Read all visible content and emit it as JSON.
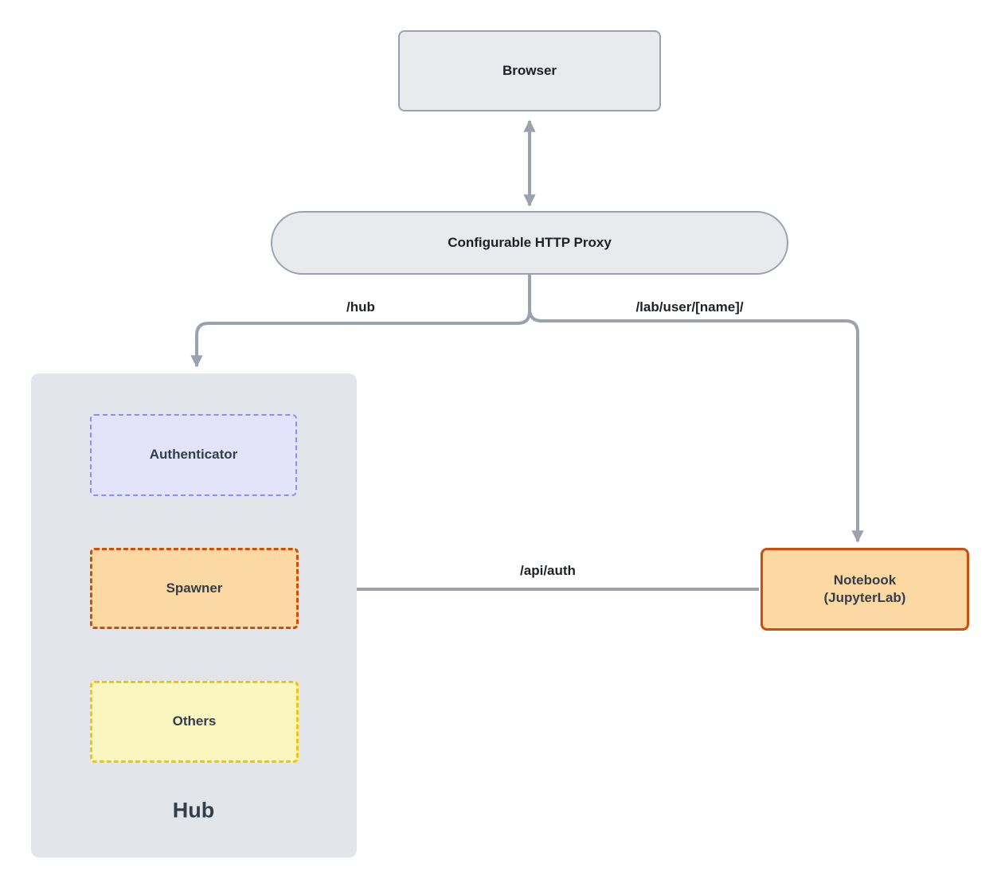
{
  "diagram": {
    "nodes": {
      "browser": {
        "label": "Browser"
      },
      "proxy": {
        "label": "Configurable HTTP Proxy"
      },
      "authenticator": {
        "label": "Authenticator"
      },
      "spawner": {
        "label": "Spawner"
      },
      "others": {
        "label": "Others"
      },
      "hub": {
        "label": "Hub"
      },
      "notebook": {
        "label": "Notebook",
        "sublabel": "(JupyterLab)"
      }
    },
    "edges": {
      "browser_proxy": {
        "label": "",
        "type": "double-arrow"
      },
      "hub_path": {
        "label": "/hub"
      },
      "lab_path": {
        "label": "/lab/user/[name]/"
      },
      "api_auth": {
        "label": "/api/auth"
      }
    },
    "colors": {
      "connector": "#9aa2ad",
      "node_fill_gray": "#e8eaed",
      "node_border_gray": "#9aa2ad",
      "hub_fill": "#e2e5e9",
      "authenticator_fill": "#e3e3fc",
      "authenticator_border": "#8b8df2",
      "orange_fill": "#fcd9a3",
      "orange_border": "#cc4e0a",
      "others_fill": "#faf6c0",
      "others_border": "#f2c40f",
      "text_primary": "#1d2025",
      "text_node": "#363e4a",
      "canvas_bg": "#ffffff"
    }
  }
}
